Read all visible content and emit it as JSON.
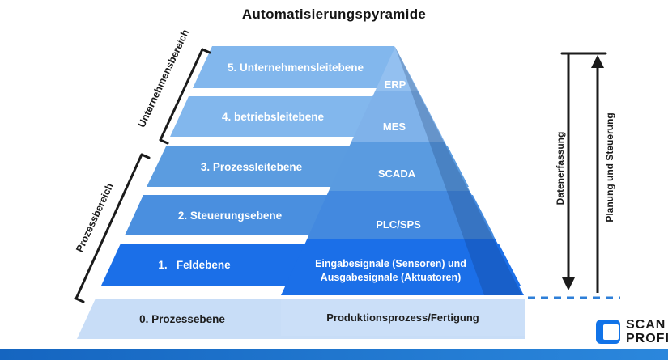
{
  "title": "Automatisierungspyramide",
  "brackets": {
    "top": "Unternehmensbereich",
    "bottom": "Prozessbereich"
  },
  "levels": [
    {
      "name": "5. Unternehmensleitebene",
      "system": "ERP"
    },
    {
      "name": "4. betriebsleitebene",
      "system": "MES"
    },
    {
      "name": "3. Prozessleitebene",
      "system": "SCADA"
    },
    {
      "name": "2. Steuerungsebene",
      "system": "PLC/SPS"
    },
    {
      "name": "1.   Feldebene",
      "system": "Eingabesignale (Sensoren) und Ausgabesignale (Aktuatoren)"
    },
    {
      "name": "0. Prozessebene",
      "system": "Produktionsprozess/Fertigung"
    }
  ],
  "arrows": {
    "down_label": "Datenerfassung",
    "up_label": "Planung und Steuerung"
  },
  "logo": {
    "line1": "SCAN",
    "line2": "PROFI"
  },
  "colors": {
    "band_5": "#82b7ed",
    "band_4": "#82b7ed",
    "band_3": "#5b9ce0",
    "band_2": "#4a8fdf",
    "band_1": "#1b6fe8",
    "band_0": "#c8ddf7",
    "overlay_erp": "#93c0f0",
    "overlay_mes": "#7fb2ea",
    "overlay_scada": "#5a9be0",
    "overlay_plc": "#4389df",
    "overlay_ein": "#1b6fe8",
    "overlay_box": "#cbdff8",
    "dashed_line": "#2e7fd8",
    "bottom_bar": "#1f7ad0",
    "logo_blue": "#1173e8"
  }
}
